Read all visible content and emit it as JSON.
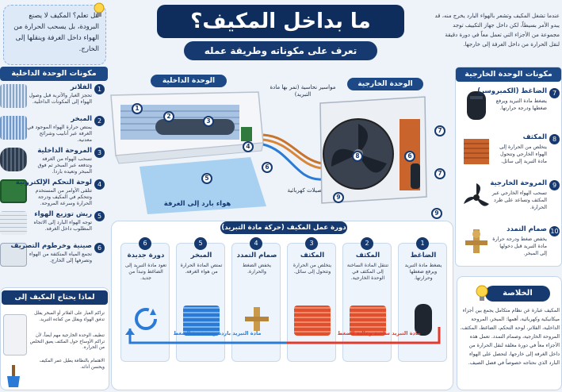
{
  "header": {
    "title": "ما بداخل المكيف؟",
    "subtitle": "تعرف على مكوناته وطريقة عمله",
    "tip": "هل تعلم؟ المكيف لا يصنع البرودة، بل يسحب الحرارة من الهواء داخل الغرفة وينقلها إلى الخارج.",
    "intro": "عندما تشغل المكيف وتشعر بالهواء البارد يخرج منه، قد يبدو الأمر بسيطاً، لكن داخل جهاز التكييف توجد مجموعة من الأجزاء التي تعمل معاً في دورة دقيقة لنقل الحرارة من داخل الغرفة إلى خارجها."
  },
  "indoor_components": {
    "heading": "مكونات الوحدة الداخلية",
    "items": [
      {
        "num": "1",
        "title": "الفلاتر",
        "desc": "تحجز الغبار والأتربة قبل وصول الهواء إلى المكونات الداخلية."
      },
      {
        "num": "2",
        "title": "المبخر",
        "desc": "يمتص حرارة الهواء الموجود في الغرفة عبر أنابيب وشرائح معدنية."
      },
      {
        "num": "3",
        "title": "المروحة الداخلية",
        "desc": "تسحب الهواء من الغرفة وتدفعه عبر المبخر ثم فوق المبخر وتعيده باردا."
      },
      {
        "num": "4",
        "title": "لوحة التحكم الإلكترونية",
        "desc": "تتلقى الأوامر من المستخدم وتتحكم في المكيف ودرجة الحرارة وسرعة المروحة."
      },
      {
        "num": "5",
        "title": "ريش توزيع الهواء",
        "desc": "توجه الهواء البارد إلى الاتجاه المطلوب داخل الغرفة."
      },
      {
        "num": "6",
        "title": "صينية وخرطوم التصريف",
        "desc": "تجمع المياه المتكثفة من الهواء وتصرفها إلى الخارج."
      }
    ]
  },
  "outdoor_components": {
    "heading": "مكونات الوحدة الخارجية",
    "items": [
      {
        "num": "7",
        "title": "الضاغط (الكمبروسر)",
        "desc": "يضغط مادة التبريد ويرفع ضغطها ودرجة حرارتها."
      },
      {
        "num": "8",
        "title": "المكثف",
        "desc": "يتخلص من الحرارة إلى الهواء الخارجي وتتحول مادة التبريد إلى سائل."
      },
      {
        "num": "9",
        "title": "المروحة الخارجية",
        "desc": "تسحب الهواء الخارجي عبر المكثف وتساعد على طرد الحرارة."
      },
      {
        "num": "10",
        "title": "صمام التمدد",
        "desc": "يخفض ضغط ودرجة حرارة مادة التبريد قبل دخولها إلى المبخر."
      }
    ]
  },
  "diagram": {
    "indoor_label": "الوحدة الداخلية",
    "outdoor_label": "الوحدة الخارجية",
    "pipes_label": "مواسير نحاسية (تمر بها مادة التبريد)",
    "wires_label": "توصيلات كهربائية",
    "cold_air_label": "هواء بارد إلى الغرفة",
    "indoor_numbers": [
      "1",
      "2",
      "3",
      "4",
      "5",
      "6"
    ],
    "outdoor_numbers": [
      "7",
      "8",
      "6",
      "7",
      "9",
      "9"
    ]
  },
  "cycle": {
    "heading": "دورة عمل المكيف (حركة مادة التبريد)",
    "steps": [
      {
        "num": "1",
        "title": "الضاغط",
        "desc": "يضغط مادة التبريد ويرفع ضغطها وحرارتها."
      },
      {
        "num": "2",
        "title": "المكثف",
        "desc": "تنتقل المادة الساخنة إلى المكثف في الوحدة الخارجية."
      },
      {
        "num": "3",
        "title": "المكثف",
        "desc": "يتخلص من الحرارة وتتحول إلى سائل."
      },
      {
        "num": "4",
        "title": "صمام التمدد",
        "desc": "يخفض الضغط والحرارة."
      },
      {
        "num": "5",
        "title": "المبخر",
        "desc": "تمتص المادة الحرارة من هواء الغرفة."
      },
      {
        "num": "6",
        "title": "دورة جديدة",
        "desc": "تعود مادة التبريد إلى الضاغط وتبدأ من جديد."
      }
    ],
    "hot_label": "مادة التبريد ساخنة وعالية الضغط",
    "cold_label": "مادة التبريد باردة ومنخفضة الضغط"
  },
  "why_clean": {
    "heading": "لماذا يحتاج المكيف إلى التنظيف؟",
    "items": [
      "تراكم الغبار على الفلاتر أو المبخر يقلل تدفق الهواء ويقلل من كفاءة التبريد.",
      "تنظيف الوحدة الخارجية مهم أيضاً، لأن تراكم الأوساخ حول المكثف يعيق التخلص من الحرارة.",
      "الاهتمام بالنظافة يطيل عمر المكيف ويحسن أدائه."
    ]
  },
  "summary": {
    "heading": "الخلاصة",
    "text": "المكيف عبارة عن نظام متكامل يجمع بين أجزاء ميكانيكية وكهربائية، أهمها: المبخر، المروحة الداخلية، الفلاتر، لوحة التحكم، الضاغط، المكثف، المروحة الخارجية، وصمام التمدد. تعمل هذه الأجزاء معاً في دورة مغلقة لنقل الحرارة من داخل الغرفة إلى خارجها، لتحصل على الهواء البارد الذي نحتاجه خصوصاً في فصل الصيف."
  },
  "colors": {
    "navy": "#163a70",
    "hot": "#e23b2e",
    "cold": "#2b7bd6"
  }
}
